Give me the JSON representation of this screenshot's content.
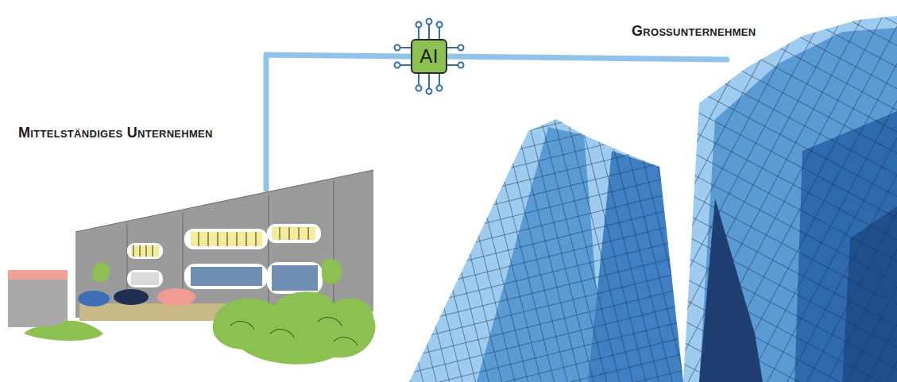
{
  "diagram": {
    "nodes": [
      {
        "text": [
          "Mittelständiges Unternehmen"
        ]
      },
      {
        "text": [
          "AI"
        ]
      },
      {
        "text": [
          "Großunternehmen"
        ]
      }
    ],
    "edges": [
      {
        "from": 1,
        "to": 0,
        "arrow": "none"
      },
      {
        "from": 1,
        "to": 2,
        "arrow": "none"
      }
    ]
  }
}
